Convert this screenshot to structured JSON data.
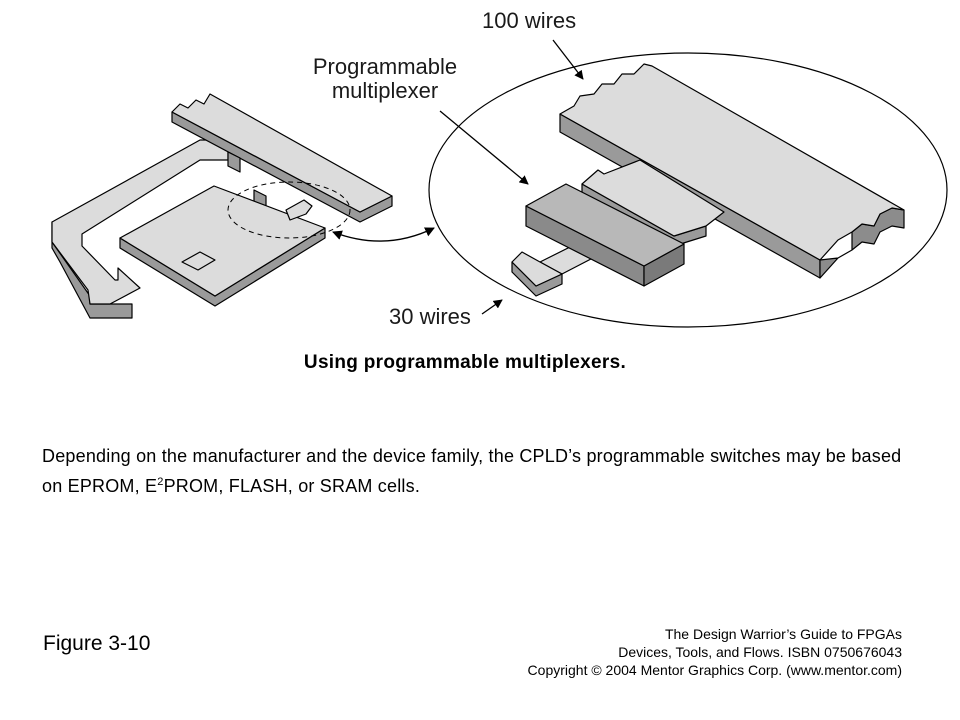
{
  "diagram": {
    "label_100_wires": "100 wires",
    "label_mux": "Programmable multiplexer",
    "label_30_wires": "30 wires",
    "colors": {
      "top_face": "#dcdcdc",
      "side_face": "#9a9a9a",
      "mux_top": "#b8b8b8",
      "mux_side": "#8a8a8a",
      "stroke": "#000000"
    }
  },
  "caption": "Using programmable multiplexers.",
  "body": {
    "part1": "Depending on the manufacturer and the device family, the CPLD’s programmable switches may be based on EPROM, E",
    "sup": "2",
    "part2": "PROM, FLASH, or SRAM cells."
  },
  "figure_label": "Figure 3-10",
  "credits": {
    "line1": "The Design Warrior’s Guide to FPGAs",
    "line2": "Devices, Tools, and Flows. ISBN 0750676043",
    "line3": "Copyright © 2004 Mentor Graphics Corp. (www.mentor.com)"
  }
}
